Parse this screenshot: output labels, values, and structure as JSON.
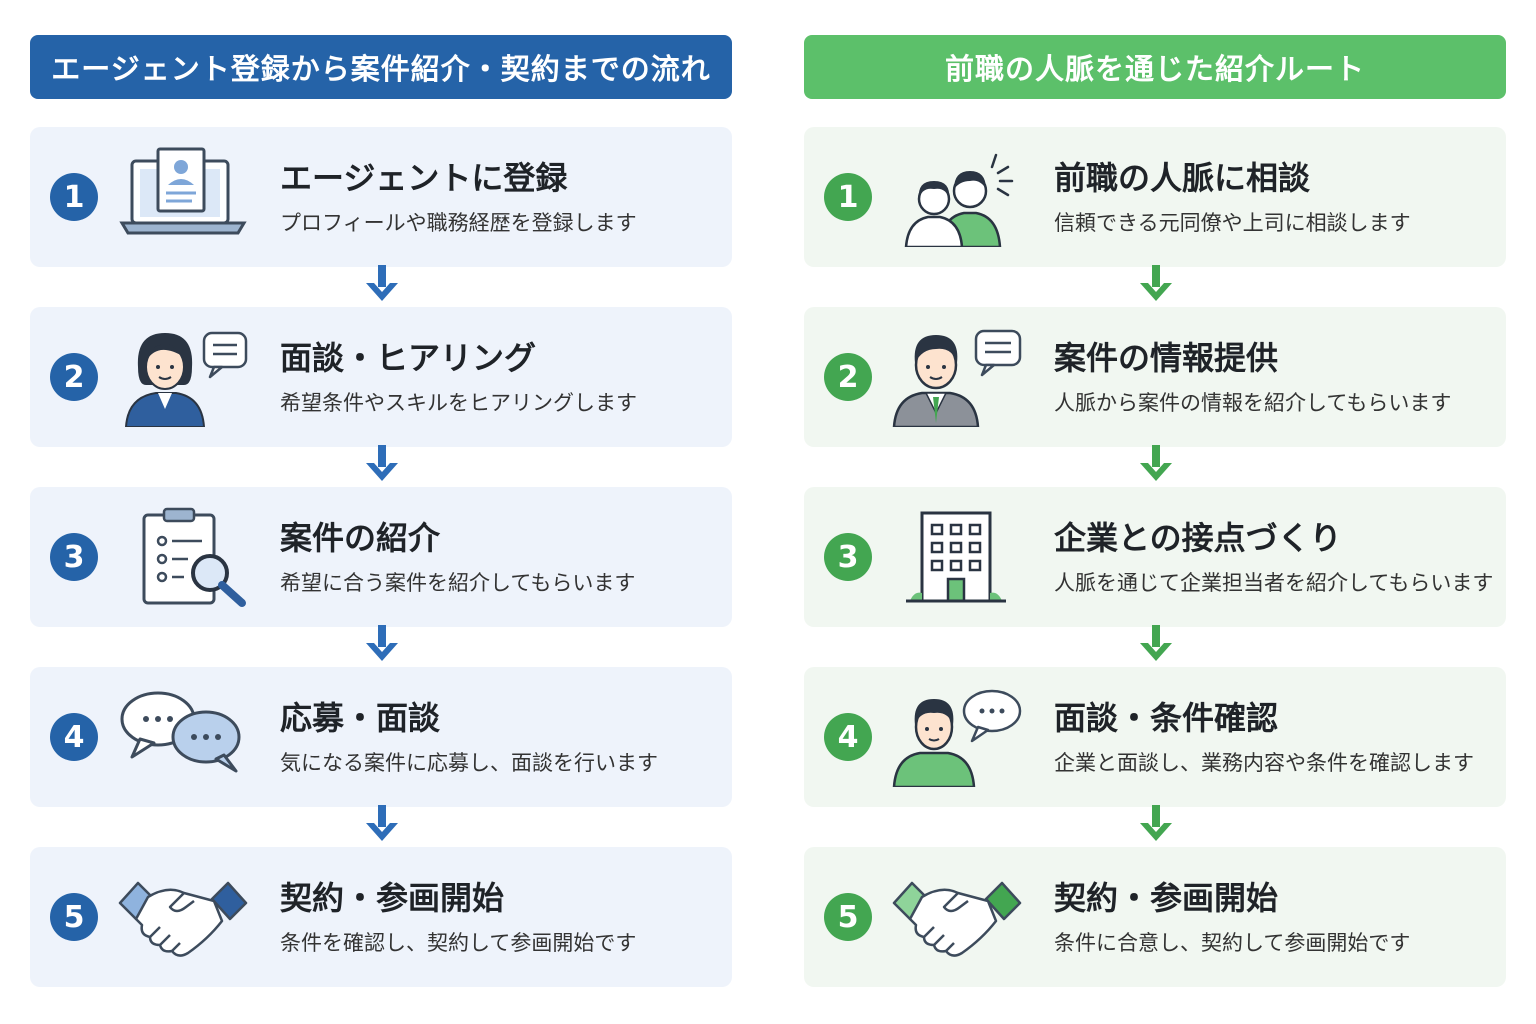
{
  "colors": {
    "left_accent": "#2563a8",
    "right_accent": "#43a651",
    "right_header": "#5cc06a",
    "left_card": "#eef3fb",
    "right_card": "#f1f7f1"
  },
  "left": {
    "header": "エージェント登録から案件紹介・契約までの流れ",
    "steps": [
      {
        "num": "1",
        "icon": "laptop-profile-icon",
        "title": "エージェントに登録",
        "desc": "プロフィールや職務経歴を登録します"
      },
      {
        "num": "2",
        "icon": "consultant-speech-icon",
        "title": "面談・ヒアリング",
        "desc": "希望条件やスキルをヒアリングします"
      },
      {
        "num": "3",
        "icon": "clipboard-search-icon",
        "title": "案件の紹介",
        "desc": "希望に合う案件を紹介してもらいます"
      },
      {
        "num": "4",
        "icon": "chat-bubbles-icon",
        "title": "応募・面談",
        "desc": "気になる案件に応募し、面談を行います"
      },
      {
        "num": "5",
        "icon": "handshake-icon",
        "title": "契約・参画開始",
        "desc": "条件を確認し、契約して参画開始です"
      }
    ]
  },
  "right": {
    "header": "前職の人脈を通じた紹介ルート",
    "steps": [
      {
        "num": "1",
        "icon": "two-people-icon",
        "title": "前職の人脈に相談",
        "desc": "信頼できる元同僚や上司に相談します"
      },
      {
        "num": "2",
        "icon": "businessman-speech-icon",
        "title": "案件の情報提供",
        "desc": "人脈から案件の情報を紹介してもらいます"
      },
      {
        "num": "3",
        "icon": "office-building-icon",
        "title": "企業との接点づくり",
        "desc": "人脈を通じて企業担当者を紹介してもらいます"
      },
      {
        "num": "4",
        "icon": "person-chat-icon",
        "title": "面談・条件確認",
        "desc": "企業と面談し、業務内容や条件を確認します"
      },
      {
        "num": "5",
        "icon": "handshake-icon",
        "title": "契約・参画開始",
        "desc": "条件に合意し、契約して参画開始です"
      }
    ]
  }
}
